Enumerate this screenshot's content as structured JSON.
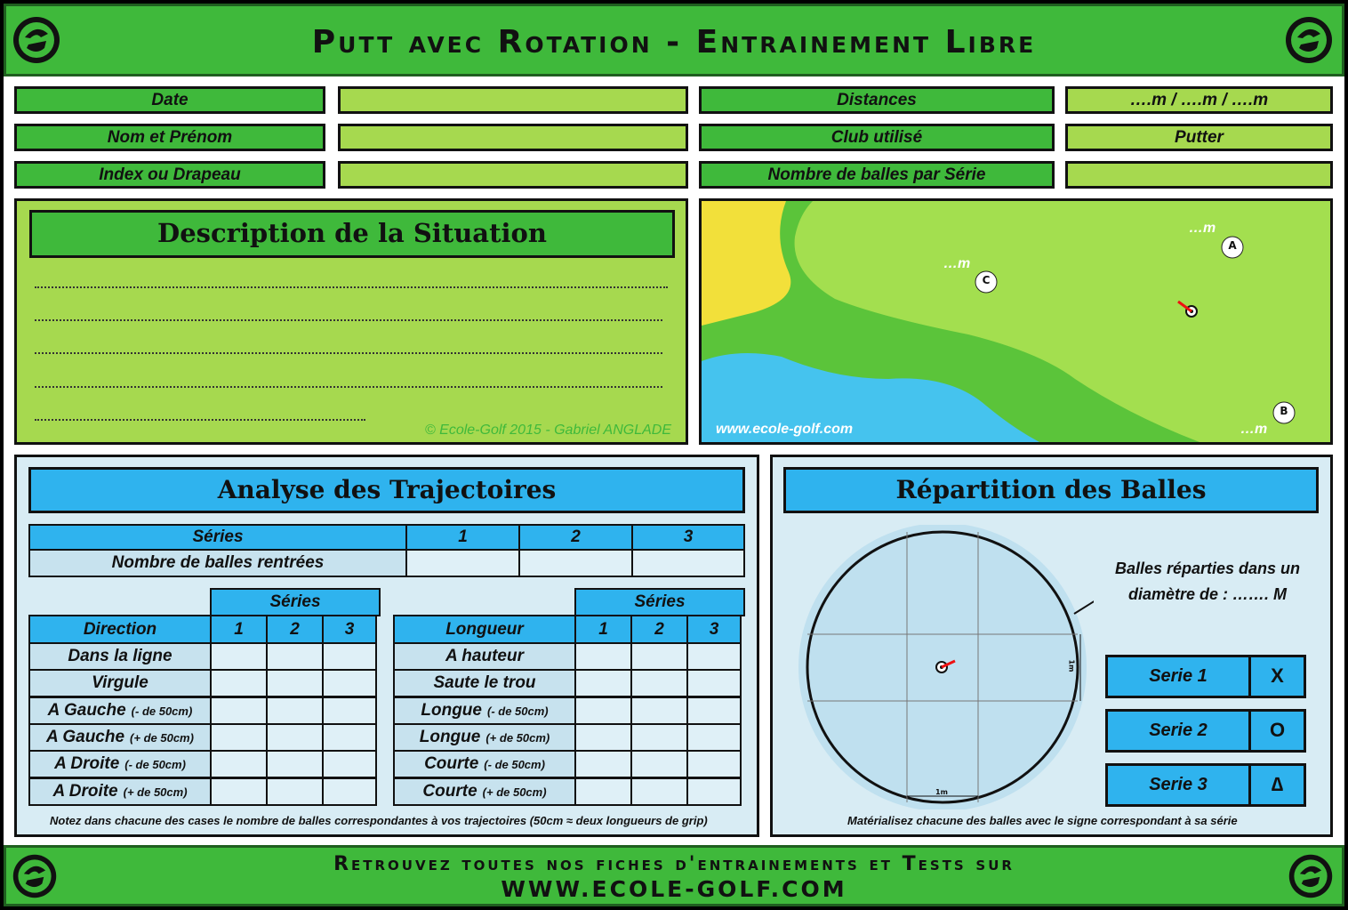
{
  "header": {
    "title": "Putt avec Rotation - Entrainement Libre"
  },
  "fields": {
    "date_label": "Date",
    "name_label": "Nom et Prénom",
    "index_label": "Index ou Drapeau",
    "distances_label": "Distances",
    "distances_value": "….m / ….m / ….m",
    "club_label": "Club utilisé",
    "club_value": "Putter",
    "balls_label": "Nombre de balles par Série"
  },
  "description": {
    "title": "Description de la Situation",
    "copyright": "© Ecole-Golf  2015 - Gabriel  ANGLADE"
  },
  "map": {
    "url": "www.ecole-golf.com",
    "point_a": "A",
    "point_b": "B",
    "point_c": "C",
    "dist_a": "…m",
    "dist_b": "…m",
    "dist_c": "…m"
  },
  "colors": {
    "green": "#3fb93b",
    "light_green": "#a6d94f",
    "blue": "#2fb3ee",
    "pale_blue": "#d8ecf4",
    "sand": "#f4e03a",
    "water": "#4ac4ee"
  },
  "analysis": {
    "title": "Analyse des Trajectoires",
    "series_label": "Séries",
    "series_numbers": [
      "1",
      "2",
      "3"
    ],
    "balls_in_label": "Nombre de balles rentrées",
    "direction_header": "Direction",
    "direction_rows": [
      {
        "label": "Dans la ligne",
        "sub": ""
      },
      {
        "label": "Virgule",
        "sub": ""
      },
      {
        "label": "A Gauche",
        "sub": "(- de 50cm)"
      },
      {
        "label": "A Gauche",
        "sub": "(+ de 50cm)"
      },
      {
        "label": "A Droite",
        "sub": "(- de 50cm)"
      },
      {
        "label": "A Droite",
        "sub": "(+ de 50cm)"
      }
    ],
    "length_header": "Longueur",
    "length_rows": [
      {
        "label": "A hauteur",
        "sub": ""
      },
      {
        "label": "Saute le trou",
        "sub": ""
      },
      {
        "label": "Longue",
        "sub": "(- de 50cm)"
      },
      {
        "label": "Longue",
        "sub": "(+ de 50cm)"
      },
      {
        "label": "Courte",
        "sub": "(- de 50cm)"
      },
      {
        "label": "Courte",
        "sub": "(+ de 50cm)"
      }
    ],
    "note": "Notez dans chacune des cases le nombre de balles correspondantes à vos trajectoires (50cm ≈ deux longueurs de grip)"
  },
  "repartition": {
    "title": "Répartition des Balles",
    "caption_line1": "Balles réparties dans un",
    "caption_line2": "diamètre de : ……. M",
    "scale_label": "1m",
    "series": [
      {
        "label": "Serie 1",
        "symbol": "X"
      },
      {
        "label": "Serie 2",
        "symbol": "O"
      },
      {
        "label": "Serie 3",
        "symbol": "∆"
      }
    ],
    "note": "Matérialisez chacune des balles avec le signe correspondant à sa série"
  },
  "footer": {
    "line1": "Retrouvez toutes nos fiches d'entrainements et Tests sur",
    "line2": "WWW.ECOLE-GOLF.COM"
  }
}
